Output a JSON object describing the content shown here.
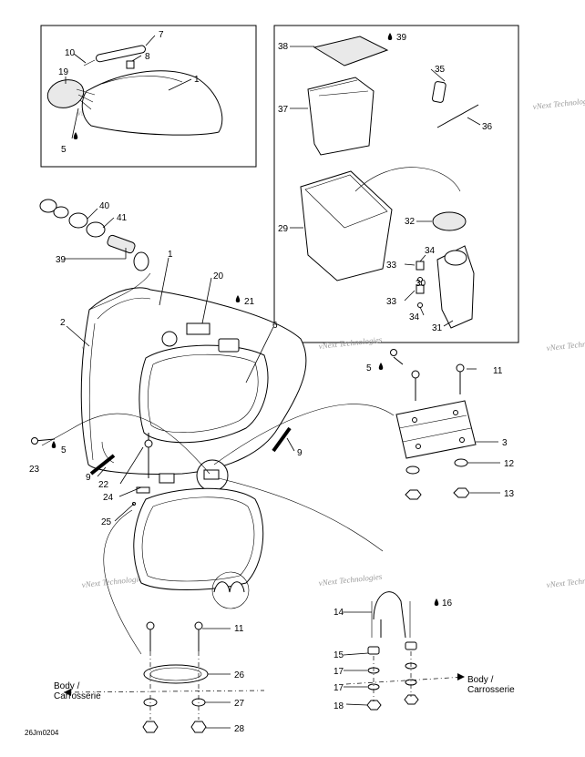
{
  "callouts": [
    {
      "id": "c1a",
      "text": "1"
    },
    {
      "id": "c5a",
      "text": "5"
    },
    {
      "id": "c7",
      "text": "7"
    },
    {
      "id": "c8",
      "text": "8"
    },
    {
      "id": "c10",
      "text": "10"
    },
    {
      "id": "c19",
      "text": "19"
    },
    {
      "id": "c38",
      "text": "38"
    },
    {
      "id": "c39",
      "text": "39"
    },
    {
      "id": "c37",
      "text": "37"
    },
    {
      "id": "c35",
      "text": "35"
    },
    {
      "id": "c36",
      "text": "36"
    },
    {
      "id": "c29",
      "text": "29"
    },
    {
      "id": "c32",
      "text": "32"
    },
    {
      "id": "c34a",
      "text": "34"
    },
    {
      "id": "c33a",
      "text": "33"
    },
    {
      "id": "c30",
      "text": "30"
    },
    {
      "id": "c33b",
      "text": "33"
    },
    {
      "id": "c34b",
      "text": "34"
    },
    {
      "id": "c31",
      "text": "31"
    },
    {
      "id": "c40",
      "text": "40"
    },
    {
      "id": "c41",
      "text": "41"
    },
    {
      "id": "c39b",
      "text": "39"
    },
    {
      "id": "c1b",
      "text": "1"
    },
    {
      "id": "c20",
      "text": "20"
    },
    {
      "id": "c21",
      "text": "21"
    },
    {
      "id": "c2",
      "text": "2"
    },
    {
      "id": "c6",
      "text": "6"
    },
    {
      "id": "c5b",
      "text": "5"
    },
    {
      "id": "c11a",
      "text": "11"
    },
    {
      "id": "c3",
      "text": "3"
    },
    {
      "id": "c9a",
      "text": "9"
    },
    {
      "id": "c12",
      "text": "12"
    },
    {
      "id": "c13",
      "text": "13"
    },
    {
      "id": "c5c",
      "text": "5"
    },
    {
      "id": "c23",
      "text": "23"
    },
    {
      "id": "c9b",
      "text": "9"
    },
    {
      "id": "c22",
      "text": "22"
    },
    {
      "id": "c24",
      "text": "24"
    },
    {
      "id": "c25",
      "text": "25"
    },
    {
      "id": "c14",
      "text": "14"
    },
    {
      "id": "c16",
      "text": "16"
    },
    {
      "id": "c15",
      "text": "15"
    },
    {
      "id": "c17a",
      "text": "17"
    },
    {
      "id": "c17b",
      "text": "17"
    },
    {
      "id": "c18",
      "text": "18"
    },
    {
      "id": "c11b",
      "text": "11"
    },
    {
      "id": "c26",
      "text": "26"
    },
    {
      "id": "c27",
      "text": "27"
    },
    {
      "id": "c28",
      "text": "28"
    }
  ],
  "body_labels": {
    "left_line1": "Body /",
    "left_line2": "Carrosserie",
    "right_line1": "Body /",
    "right_line2": "Carrosserie"
  },
  "watermark": {
    "text": "vNext Technologies"
  },
  "drawing_code": "26Jm0204"
}
